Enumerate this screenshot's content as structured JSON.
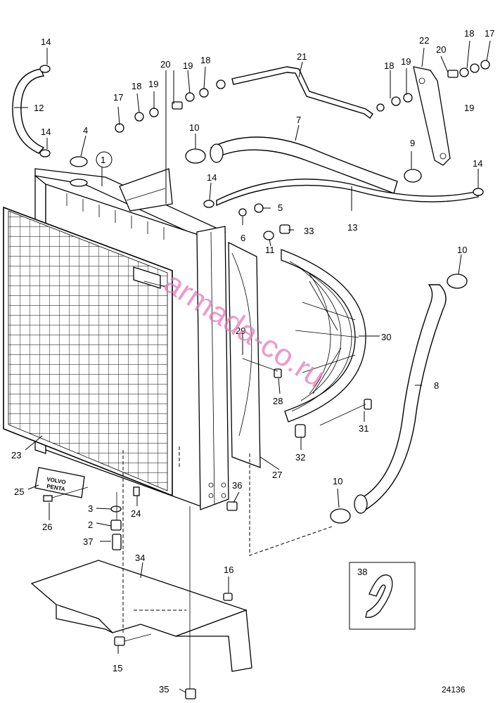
{
  "diagram": {
    "drawing_number": "24136",
    "watermark": "armada-co.ru",
    "nameplate_text": [
      "VOLVO",
      "PENTA"
    ],
    "callouts": {
      "c1": "1",
      "c2": "2",
      "c3": "3",
      "c4": "4",
      "c5": "5",
      "c6": "6",
      "c7": "7",
      "c8": "8",
      "c9": "9",
      "c10a": "10",
      "c10b": "10",
      "c10c": "10",
      "c11": "11",
      "c12": "12",
      "c13": "13",
      "c14a": "14",
      "c14b": "14",
      "c14c": "14",
      "c14d": "14",
      "c15": "15",
      "c16": "16",
      "c17a": "17",
      "c17b": "17",
      "c18a": "18",
      "c18b": "18",
      "c18c": "18",
      "c18d": "18",
      "c19a": "19",
      "c19b": "19",
      "c19c": "19",
      "c19d": "19",
      "c20a": "20",
      "c20b": "20",
      "c21": "21",
      "c22": "22",
      "c23": "23",
      "c24": "24",
      "c25": "25",
      "c26": "26",
      "c27": "27",
      "c28": "28",
      "c29": "29",
      "c30": "30",
      "c31": "31",
      "c32": "32",
      "c33": "33",
      "c34": "34",
      "c35": "35",
      "c36": "36",
      "c37": "37",
      "c38": "38"
    }
  }
}
